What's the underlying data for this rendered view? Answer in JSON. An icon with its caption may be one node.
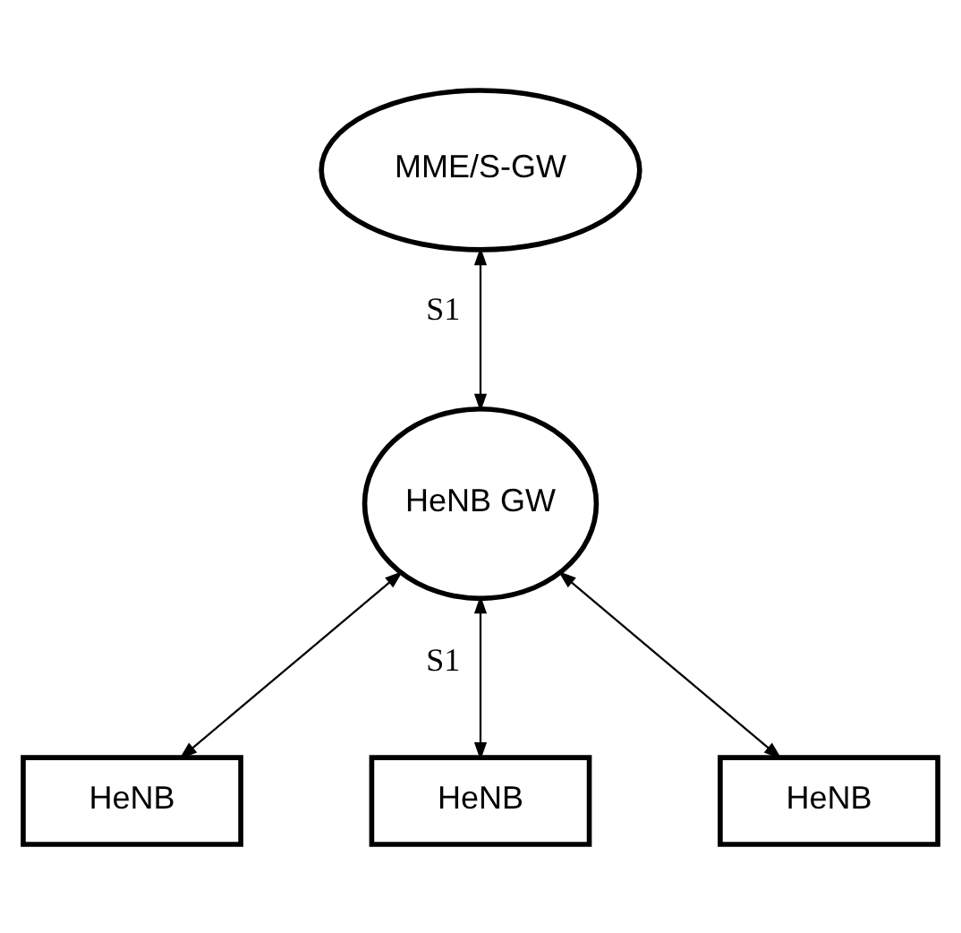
{
  "diagram": {
    "nodes": [
      {
        "text": [
          "MME/S-GW"
        ]
      },
      {
        "text": [
          "HeNB GW"
        ]
      },
      {
        "text": [
          "HeNB"
        ]
      },
      {
        "text": [
          "HeNB"
        ]
      },
      {
        "text": [
          "HeNB"
        ]
      }
    ],
    "edges": [
      {
        "from": 0,
        "to": 1,
        "arrow": "both",
        "label": "S1"
      },
      {
        "from": 1,
        "to": 2,
        "arrow": "both"
      },
      {
        "from": 1,
        "to": 3,
        "arrow": "both",
        "label": "S1"
      },
      {
        "from": 1,
        "to": 4,
        "arrow": "both"
      }
    ]
  }
}
